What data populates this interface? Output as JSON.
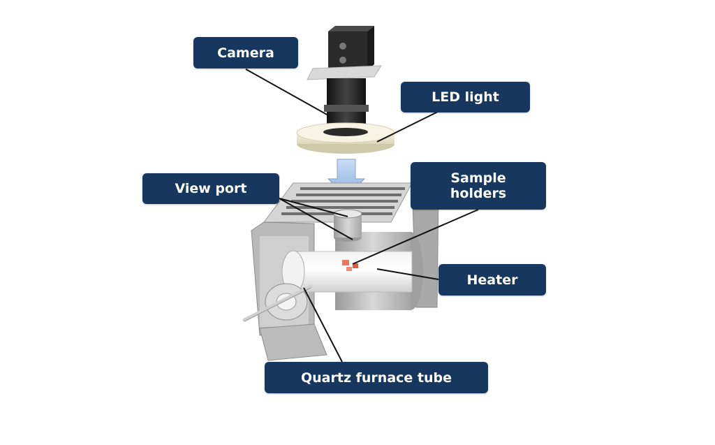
{
  "labels": {
    "camera": "Camera",
    "led_light": "LED light",
    "view_port": "View port",
    "sample_holders_line1": "Sample",
    "sample_holders_line2": "holders",
    "heater": "Heater",
    "quartz_tube": "Quartz furnace tube"
  },
  "colors": {
    "label_bg": "#17375f",
    "label_text": "#ffffff",
    "leader_line": "#111111",
    "arrow": "#a9c6ea"
  }
}
